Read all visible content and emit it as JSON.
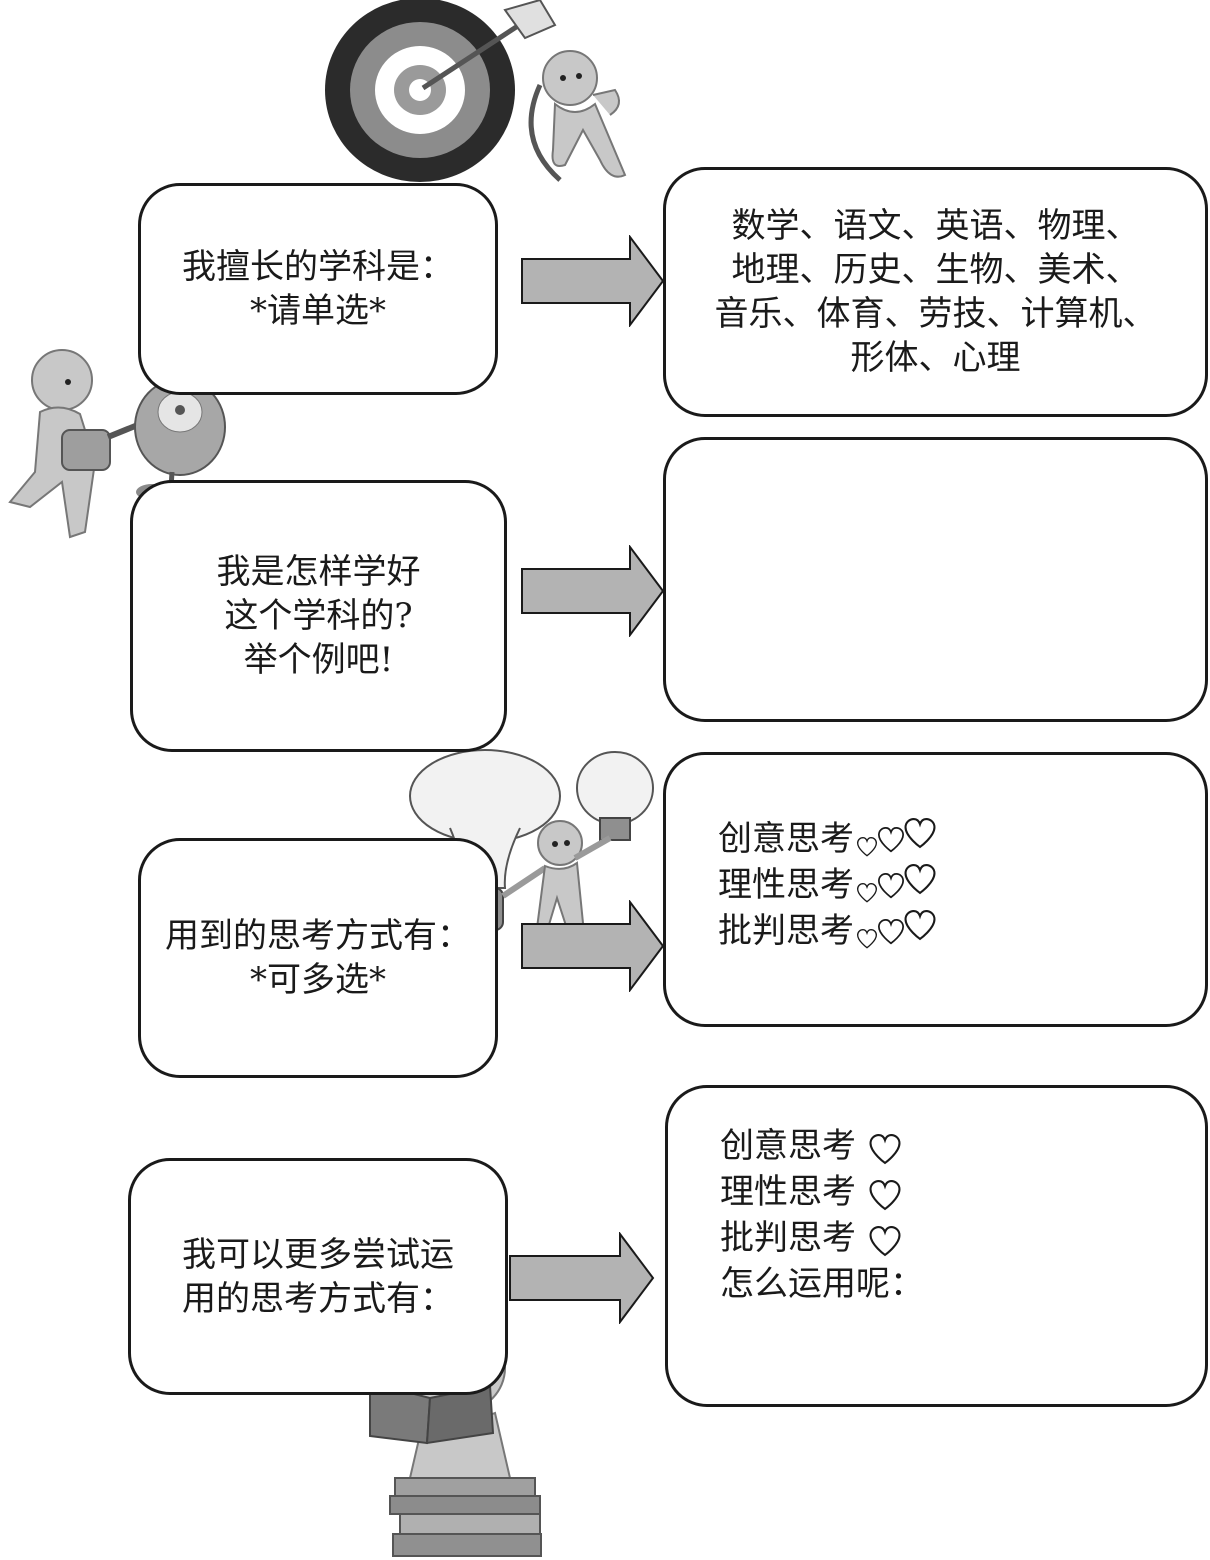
{
  "rows": [
    {
      "question": [
        "我擅长的学科是：",
        "*请单选*"
      ],
      "answer": [
        "数学、语文、英语、物理、",
        "地理、历史、生物、美术、",
        "音乐、体育、劳技、计算机、",
        "形体、心理"
      ]
    },
    {
      "question": [
        "我是怎样学好",
        "这个学科的?",
        "举个例吧!"
      ],
      "answer": []
    },
    {
      "question": [
        "用到的思考方式有：",
        "*可多选*"
      ],
      "thinking_modes": [
        "创意思考",
        "理性思考",
        "批判思考"
      ],
      "rating_icon": "three-hearts-icon"
    },
    {
      "question": [
        "我可以更多尝试运",
        "用的思考方式有："
      ],
      "thinking_modes": [
        "创意思考",
        "理性思考",
        "批判思考"
      ],
      "rating_icon": "heart-icon",
      "follow_up": "怎么运用呢："
    }
  ],
  "colors": {
    "border": "#1a1a1a",
    "arrow_fill": "#b3b3b3",
    "figure": "#bdbdbd",
    "figure_dark": "#6e6e6e"
  },
  "icons": [
    "target-icon",
    "archer-figure-icon",
    "watering-figure-icon",
    "flower-icon",
    "lightbulb-figure-icon",
    "reading-figure-icon",
    "arrow-icon"
  ]
}
